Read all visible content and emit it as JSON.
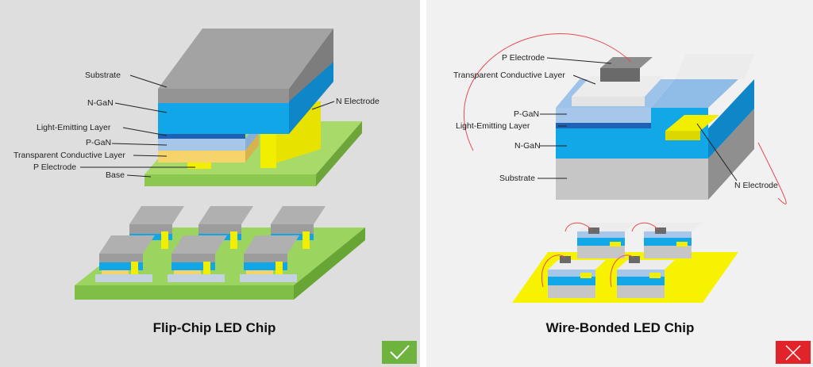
{
  "left_panel": {
    "caption": "Flip-Chip LED Chip",
    "labels": {
      "substrate": "Substrate",
      "n_gan": "N-GaN",
      "light_emitting": "Light-Emitting Layer",
      "p_gan": "P-GaN",
      "transparent": "Transparent Conductive Layer",
      "p_electrode": "P Electrode",
      "base": "Base",
      "n_electrode": "N Electrode"
    },
    "badge_icon": "check-icon",
    "badge_color": "#6fb33f"
  },
  "right_panel": {
    "caption": "Wire-Bonded LED Chip",
    "labels": {
      "p_electrode": "P Electrode",
      "transparent": "Transparent Conductive Layer",
      "p_gan": "P-GaN",
      "light_emitting": "Light-Emitting Layer",
      "n_gan": "N-GaN",
      "substrate": "Substrate",
      "n_electrode": "N Electrode"
    },
    "badge_icon": "cross-icon",
    "badge_color": "#e0242a"
  }
}
